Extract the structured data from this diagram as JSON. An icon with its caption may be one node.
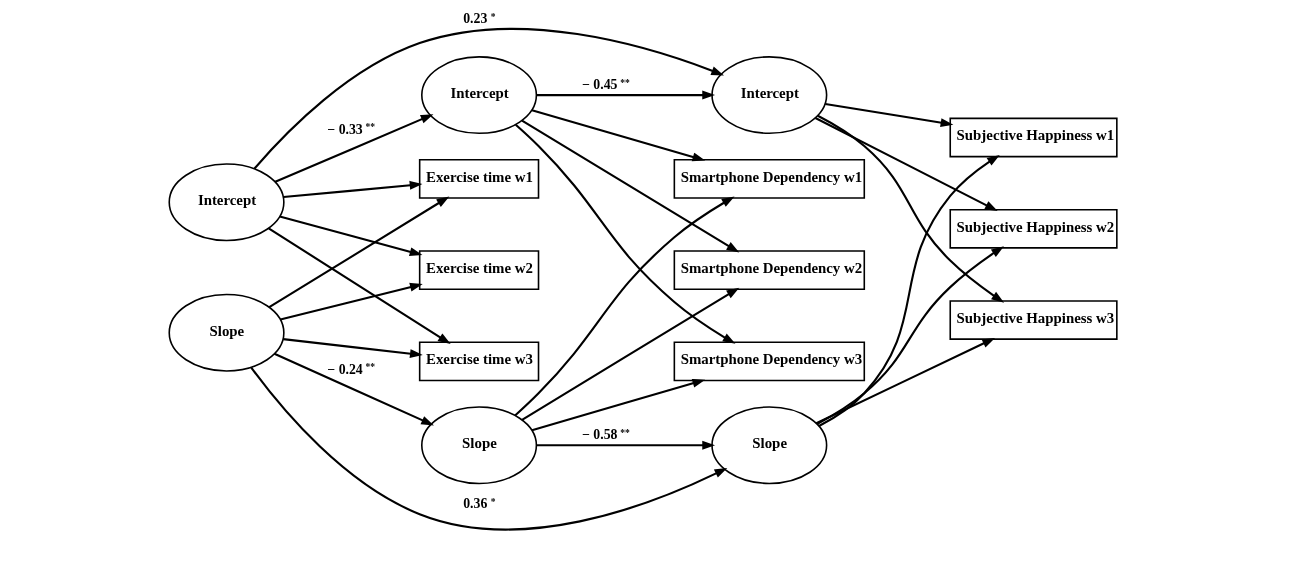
{
  "diagram": {
    "nodes": [
      {
        "text": [
          "Smartphone Dependency w1"
        ]
      },
      {
        "text": [
          "Smartphone Dependency w2"
        ]
      },
      {
        "text": [
          "Smartphone Dependency w3"
        ]
      },
      {
        "text": [
          "Intercept"
        ]
      },
      {
        "text": [
          "Slope"
        ]
      },
      {
        "text": [
          "Exercise time w1"
        ]
      },
      {
        "text": [
          "Intercept"
        ]
      },
      {
        "text": [
          "Exercise time w2"
        ]
      },
      {
        "text": [
          "Slope"
        ]
      },
      {
        "text": [
          "Exercise time w3"
        ]
      },
      {
        "text": [
          "Intercept"
        ]
      },
      {
        "text": [
          "Slope"
        ]
      },
      {
        "text": [
          "Subjective Happiness w1"
        ]
      },
      {
        "text": [
          "Subjective Happiness w2"
        ]
      },
      {
        "text": [
          "Subjective Happiness w3"
        ]
      }
    ],
    "edges": [
      {
        "from": 3,
        "to": 0,
        "arrow": "to"
      },
      {
        "from": 3,
        "to": 1,
        "arrow": "to"
      },
      {
        "from": 3,
        "to": 2,
        "arrow": "to"
      },
      {
        "from": 4,
        "to": 0,
        "arrow": "to"
      },
      {
        "from": 4,
        "to": 1,
        "arrow": "to"
      },
      {
        "from": 4,
        "to": 2,
        "arrow": "to"
      },
      {
        "from": 6,
        "to": 5,
        "arrow": "to"
      },
      {
        "from": 6,
        "to": 7,
        "arrow": "to"
      },
      {
        "from": 6,
        "to": 9,
        "arrow": "to"
      },
      {
        "from": 8,
        "to": 5,
        "arrow": "to"
      },
      {
        "from": 8,
        "to": 7,
        "arrow": "to"
      },
      {
        "from": 8,
        "to": 9,
        "arrow": "to"
      },
      {
        "from": 6,
        "to": 3,
        "arrow": "to",
        "label": "− 0.33$^{**}$"
      },
      {
        "from": 6,
        "to": 10,
        "arrow": "to",
        "label": "0.23$^{*}$"
      },
      {
        "from": 8,
        "to": 4,
        "arrow": "to",
        "label": "− 0.24$^{**}$"
      },
      {
        "from": 8,
        "to": 11,
        "arrow": "to",
        "label": "0.36$^{*}$"
      },
      {
        "from": 3,
        "to": 10,
        "arrow": "to",
        "label": "− 0.45$^{**}$"
      },
      {
        "from": 4,
        "to": 11,
        "arrow": "to",
        "label": "− 0.58$^{**}$"
      },
      {
        "from": 10,
        "to": 12,
        "arrow": "to"
      },
      {
        "from": 10,
        "to": 13,
        "arrow": "to"
      },
      {
        "from": 10,
        "to": 14,
        "arrow": "to"
      },
      {
        "from": 11,
        "to": 12,
        "arrow": "to"
      },
      {
        "from": 11,
        "to": 13,
        "arrow": "to"
      },
      {
        "from": 11,
        "to": 14,
        "arrow": "to"
      }
    ]
  }
}
